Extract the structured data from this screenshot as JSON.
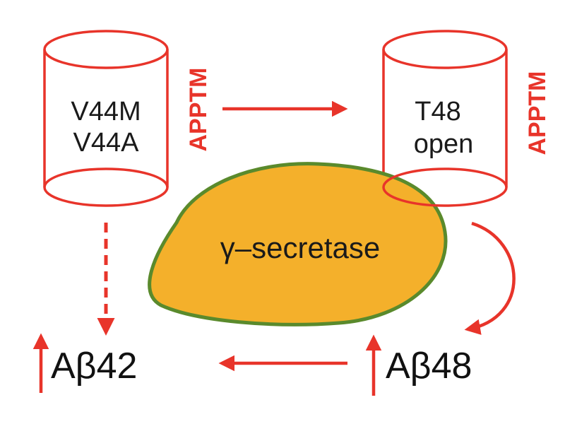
{
  "colors": {
    "red": "#e8342a",
    "enzyme_fill": "#f4b02b",
    "enzyme_stroke": "#5a8a2c",
    "text": "#1a1a1a"
  },
  "left_cylinder": {
    "lines": [
      "V44M",
      "V44A"
    ],
    "side_label": "APPTM"
  },
  "right_cylinder": {
    "lines": [
      "T48",
      "open"
    ],
    "side_label": "APPTM"
  },
  "enzyme": {
    "label": "γ–secretase"
  },
  "products": {
    "left": "Aβ42",
    "right": "Aβ48"
  },
  "icons": {
    "up_arrows": [
      "up-arrow-icon",
      "up-arrow-icon"
    ]
  }
}
